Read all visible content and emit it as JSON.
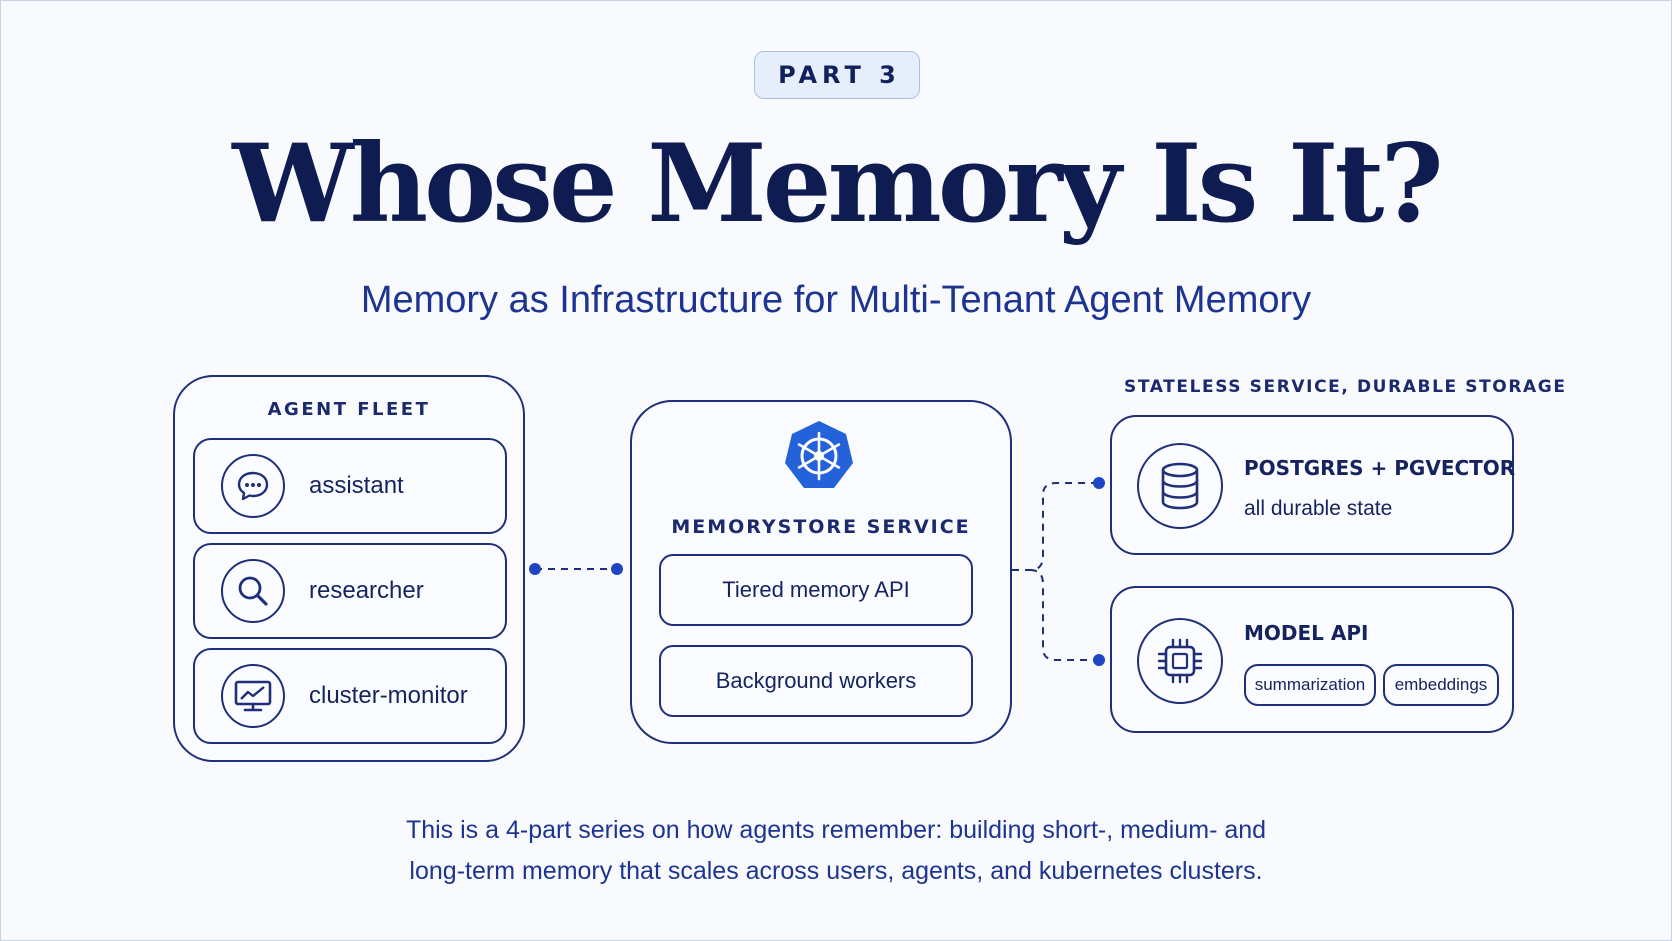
{
  "badge": "PART 3",
  "title": "Whose Memory Is It?",
  "subtitle": "Memory as Infrastructure for Multi-Tenant Agent Memory",
  "agent_fleet": {
    "label": "AGENT FLEET",
    "agents": [
      {
        "name": "assistant",
        "icon": "chat-bubble-icon"
      },
      {
        "name": "researcher",
        "icon": "search-icon"
      },
      {
        "name": "cluster-monitor",
        "icon": "monitor-chart-icon"
      }
    ]
  },
  "memorystore": {
    "icon": "kubernetes-helm-icon",
    "title": "MEMORYSTORE SERVICE",
    "components": [
      "Tiered memory API",
      "Background workers"
    ]
  },
  "storage": {
    "label": "STATELESS SERVICE, DURABLE STORAGE",
    "postgres": {
      "title": "POSTGRES + PGVECTOR",
      "desc": "all durable state",
      "icon": "database-icon"
    },
    "model_api": {
      "title": "MODEL API",
      "chips": [
        "summarization",
        "embeddings"
      ],
      "icon": "cpu-chip-icon"
    }
  },
  "footer": {
    "line1": "This is a 4-part series on how agents remember: building short-, medium- and",
    "line2": "long-term memory that scales across users, agents, and kubernetes clusters."
  },
  "colors": {
    "navy": "#16266b",
    "accent_blue": "#1f5ed6",
    "badge_bg": "#e6eefb"
  }
}
